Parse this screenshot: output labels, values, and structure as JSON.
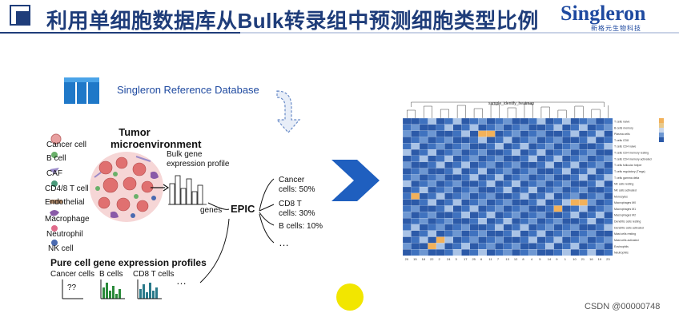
{
  "header": {
    "title": "利用单细胞数据库从Bulk转录组中预测细胞类型比例",
    "logo_text": "Singleron",
    "logo_sub": "新格元生物科技"
  },
  "colors": {
    "header_blue": "#1f3d7a",
    "logo_blue": "#1f4aa0",
    "arrow_blue": "#1f5fbf",
    "heatmap_low": "#2c5aa8",
    "heatmap_high": "#f2b15a",
    "highlight_dot": "#f2e600"
  },
  "diagram": {
    "database_label": "Singleron Reference Database",
    "tumor_title_line1": "Tumor",
    "tumor_title_line2": "microenvironment",
    "cell_types": [
      "Cancer cell",
      "B cell",
      "CAF",
      "CD4/8 T cell",
      "Endothelial",
      "Macrophage",
      "Neutrophil",
      "NK cell"
    ],
    "bulk_label_line1": "Bulk gene",
    "bulk_label_line2": "expression profile",
    "genes_label": "genes",
    "epic_label": "EPIC",
    "outputs": [
      {
        "line1": "Cancer",
        "line2": "cells: 50%"
      },
      {
        "line1": "CD8 T",
        "line2": "cells: 30%"
      },
      {
        "line1": "B cells: 10%",
        "line2": ""
      }
    ],
    "outputs_ellipsis": "…",
    "pure_title": "Pure cell gene expression profiles",
    "pure_items": [
      "Cancer cells",
      "B cells",
      "CD8 T cells"
    ],
    "pure_unknown": "??",
    "pure_ellipsis": "…"
  },
  "heatmap": {
    "title": "sample_identify_heatmap",
    "row_labels": [
      "T cells naive",
      "B cells memory",
      "Plasma cells",
      "T cells CD8",
      "T cells CD4 naive",
      "T cells CD4 memory resting",
      "T cells CD4 memory activated",
      "T cells follicular helper",
      "T cells regulatory (Tregs)",
      "T cells gamma delta",
      "NK cells resting",
      "NK cells activated",
      "Monocytes",
      "Macrophages M0",
      "Macrophages M1",
      "Macrophages M2",
      "Dendritic cells resting",
      "Dendritic cells activated",
      "Mast cells resting",
      "Mast cells activated",
      "Eosinophils",
      "Neutrophils"
    ],
    "col_labels": [
      "20",
      "15",
      "18",
      "22",
      "2",
      "24",
      "3",
      "17",
      "25",
      "6",
      "11",
      "7",
      "13",
      "12",
      "8",
      "4",
      "5",
      "14",
      "9",
      "1",
      "10",
      "21",
      "16",
      "19",
      "23"
    ]
  },
  "watermark": "CSDN @00000748"
}
